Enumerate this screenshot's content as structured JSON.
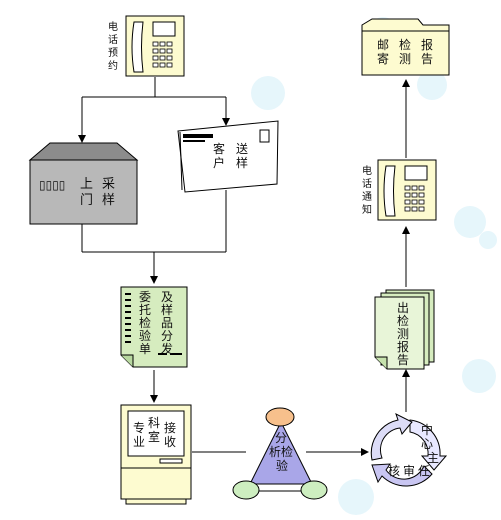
{
  "colors": {
    "line": "#000000",
    "green_fill": "#d6ecbf",
    "green_light": "#e8f5d8",
    "yellow_fill": "#fdfbd0",
    "gray_dark": "#8c8c8c",
    "gray_mid": "#b8b8b8",
    "purple": "#a9a6e8",
    "orange": "#f7c08c",
    "green_ellipse": "#cdeec0",
    "bubble": "#e6f6fb"
  },
  "nodes": {
    "phone_booking": {
      "label_lines": [
        "电",
        "话",
        "预",
        "约"
      ],
      "icon": "telephone-icon"
    },
    "onsite_sampling": {
      "dots": "▯▯▯▯",
      "label_col1": [
        "上",
        "门"
      ],
      "label_col2": [
        "采",
        "样"
      ],
      "icon": "mailbox-icon"
    },
    "client_delivery": {
      "label_col1": [
        "客",
        "户"
      ],
      "label_col2": [
        "送",
        "样"
      ],
      "icon": "envelope-icon"
    },
    "commission": {
      "label_col1": [
        "委",
        "托",
        "检",
        "验",
        "单"
      ],
      "label_col2": [
        "及",
        "样",
        "品",
        "分",
        "发"
      ],
      "icon": "document-icon"
    },
    "lab_receive": {
      "label_col1": [
        "专",
        "业"
      ],
      "label_col2": [
        "科",
        "室"
      ],
      "label_col3": [
        "接",
        "收"
      ],
      "icon": "computer-icon"
    },
    "analysis": {
      "label_lines": [
        "分",
        "析检",
        "验"
      ],
      "icon": "triangle-process-icon"
    },
    "center_review": {
      "label_col1": [
        "中",
        "心",
        "主",
        "任"
      ],
      "label_row": [
        "核",
        "审"
      ],
      "icon": "cycle-arrows-icon"
    },
    "issue_report": {
      "label_lines": [
        "出",
        "检",
        "测",
        "报",
        "告"
      ],
      "icon": "stacked-documents-icon"
    },
    "phone_notify": {
      "label_lines": [
        "电",
        "话",
        "通",
        "知"
      ],
      "icon": "telephone-icon"
    },
    "mail_report": {
      "label_col1": [
        "邮",
        "寄"
      ],
      "label_col2": [
        "检",
        "测"
      ],
      "label_col3": [
        "报",
        "告"
      ],
      "icon": "folder-icon"
    }
  }
}
